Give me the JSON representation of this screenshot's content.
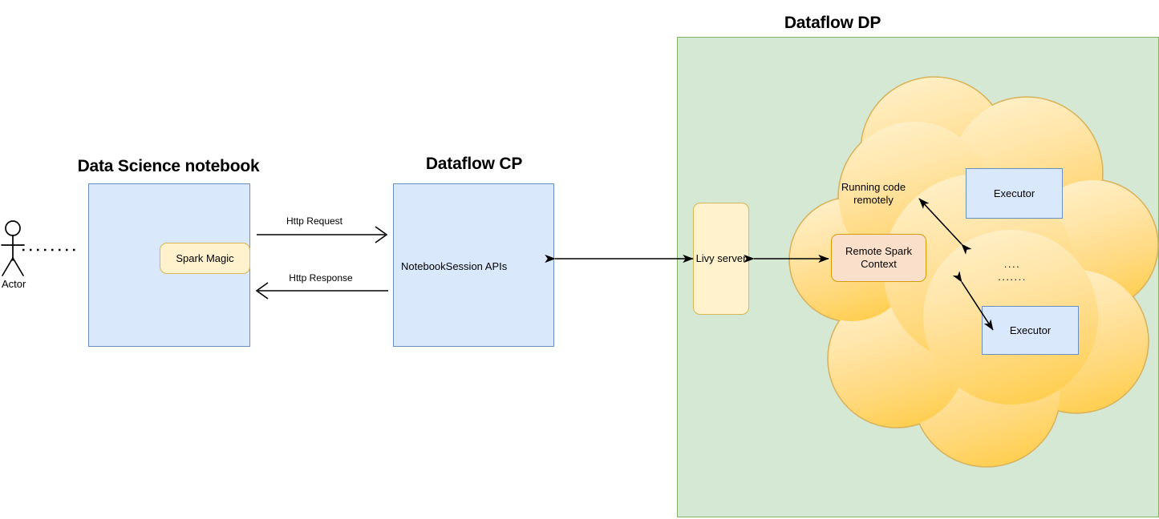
{
  "diagram": {
    "title_left": "Data Science notebook",
    "title_middle": "Dataflow CP",
    "title_right": "Dataflow DP"
  },
  "actor": {
    "label": "Actor"
  },
  "notebook": {
    "spark_magic_label": "Spark Magic"
  },
  "control_plane": {
    "api_label": "NotebookSession APIs"
  },
  "data_plane": {
    "livy_label": "Livy server",
    "cloud_label_line1": "Running code",
    "cloud_label_line2": "remotely",
    "remote_context_line1": "Remote Spark",
    "remote_context_line2": "Context",
    "executor_top_label": "Executor",
    "executor_bottom_label": "Executor",
    "ellipsis_short": "....",
    "ellipsis_long": "......."
  },
  "edges": {
    "http_request": "Http Request",
    "http_response": "Http Response"
  },
  "colors": {
    "blue_fill": "#dae8fc",
    "blue_stroke": "#6c8ebf",
    "amber_fill": "#fff2cc",
    "amber_stroke": "#d6b656",
    "peach_fill": "#fae0ca",
    "peach_stroke": "#d79b00",
    "green_fill": "#d5e8d4",
    "green_stroke": "#82b366",
    "cloud_top": "#ffeab5",
    "cloud_bottom": "#ffd24d",
    "cloud_stroke": "#d6b656",
    "line": "#000000"
  }
}
